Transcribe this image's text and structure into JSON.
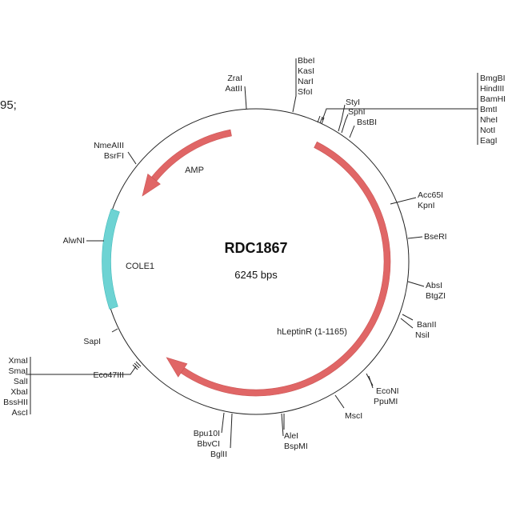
{
  "fragment_text": "95;",
  "plasmid": {
    "name": "RDC1867",
    "size_label": "6245 bps",
    "total_bp": 6245
  },
  "colors": {
    "feature_red": "#e06666",
    "feature_cyan": "#6dd3d3",
    "backbone": "#222222"
  },
  "features": [
    {
      "name": "hLeptinR (1-1165)",
      "color": "#e06666",
      "start_deg": 27,
      "end_deg": 223,
      "direction": "clockwise"
    },
    {
      "name": "AMP",
      "color": "#e06666",
      "start_deg": -11,
      "end_deg": -60,
      "direction": "counterclockwise"
    },
    {
      "name": "COLE1",
      "color": "#6dd3d3",
      "start_deg": -70,
      "end_deg": -108
    }
  ],
  "sites": {
    "zrai": [
      "ZraI",
      "AatII"
    ],
    "bbei": [
      "BbeI",
      "KasI",
      "NarI",
      "SfoI"
    ],
    "mcs_right": [
      "BmgBI",
      "HindIII",
      "BamHI",
      "BmtI",
      "NheI",
      "NotI",
      "EagI"
    ],
    "styi": "StyI",
    "sphi": "SphI",
    "bstbi": "BstBI",
    "nmeaiii": [
      "NmeAIII",
      "BsrFI"
    ],
    "acc65i": [
      "Acc65I",
      "KpnI"
    ],
    "bseri": "BseRI",
    "absi": [
      "AbsI",
      "BtgZI"
    ],
    "banii": [
      "BanII",
      "NsiI"
    ],
    "econi": [
      "EcoNI",
      "PpuMI"
    ],
    "msci": "MscI",
    "alei": [
      "AleI",
      "BspMI"
    ],
    "bpu10i": [
      "Bpu10I",
      "BbvCI"
    ],
    "bglii": "BglII",
    "sapi": "SapI",
    "eco47iii": "Eco47III",
    "mcs_left": [
      "XmaI",
      "SmaI",
      "SalI",
      "XbaI",
      "BssHII",
      "AscI"
    ],
    "alwni": "AlwNI"
  }
}
